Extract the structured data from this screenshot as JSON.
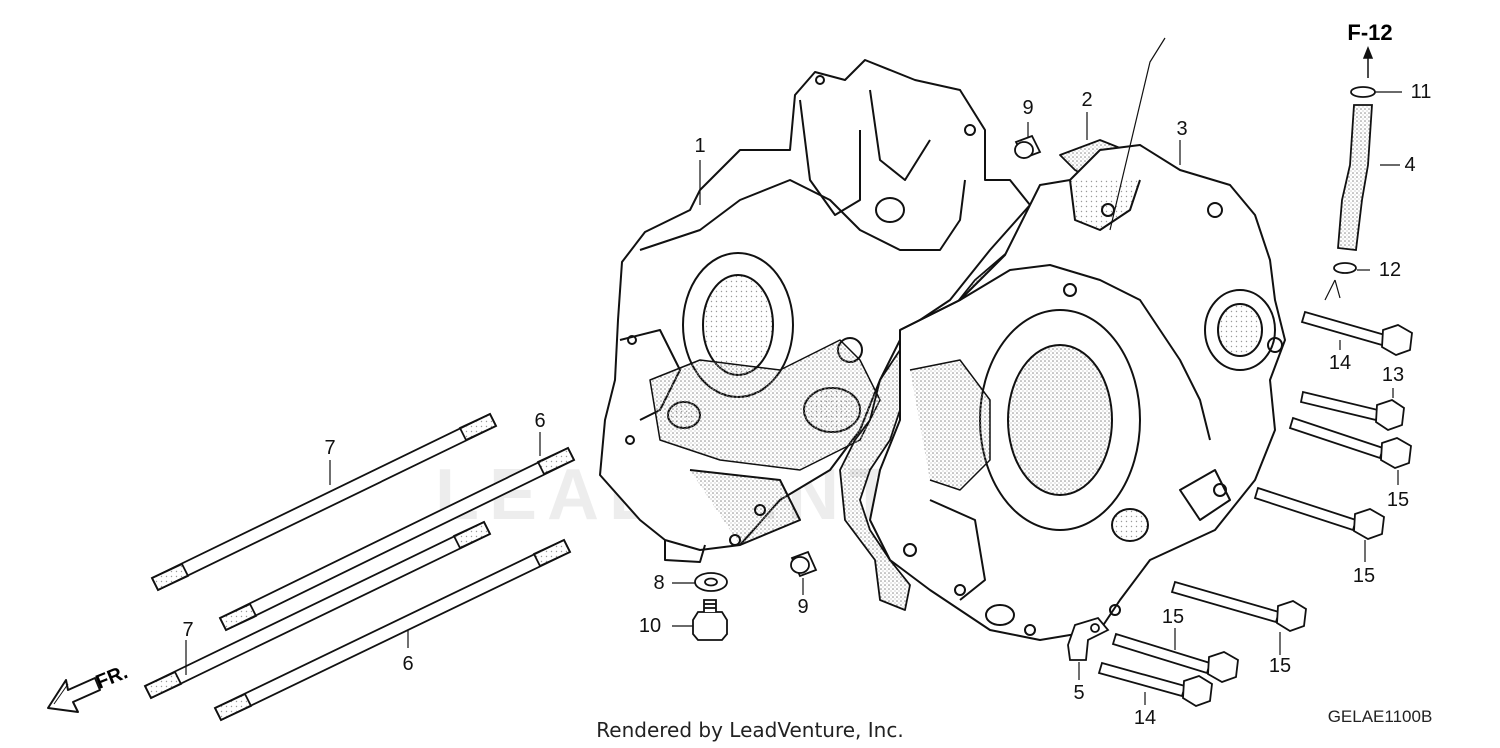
{
  "diagram": {
    "reference_tag": "F-12",
    "direction_label": "FR.",
    "watermark": "LEADVENTURE",
    "footer_text": "Rendered by LeadVenture, Inc.",
    "diagram_code": "GELAE1100B",
    "colors": {
      "line": "#111111",
      "stipple": "#9a9a9a",
      "background": "#ffffff"
    },
    "callouts": {
      "c1": "1",
      "c2": "2",
      "c3": "3",
      "c4": "4",
      "c5": "5",
      "c6a": "6",
      "c6b": "6",
      "c7a": "7",
      "c7b": "7",
      "c8": "8",
      "c9a": "9",
      "c9b": "9",
      "c10": "10",
      "c11": "11",
      "c12": "12",
      "c13": "13",
      "c14a": "14",
      "c14b": "14",
      "c15a": "15",
      "c15b": "15",
      "c15c": "15",
      "c15d": "15"
    }
  }
}
